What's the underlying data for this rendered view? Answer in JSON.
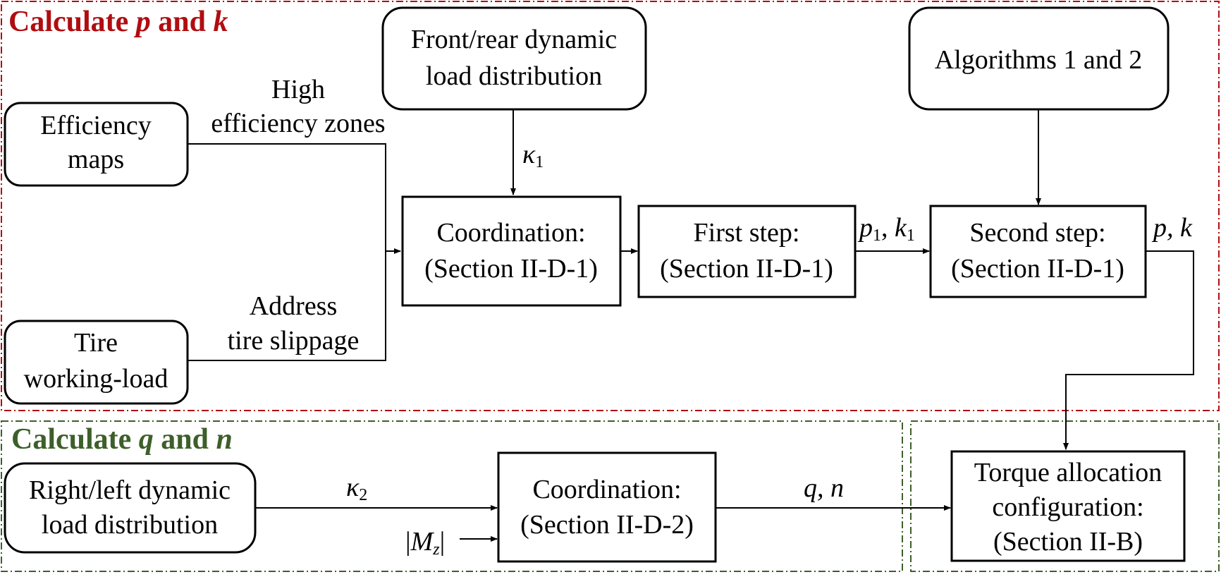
{
  "colors": {
    "red_section": "#b00d10",
    "green_section": "#3d5f29",
    "line": "#000000"
  },
  "sections": {
    "pk": {
      "title_prefix": "Calculate ",
      "var1": "p",
      "and": " and ",
      "var2": "k"
    },
    "qn": {
      "title_prefix": "Calculate ",
      "var1": "q",
      "and": " and ",
      "var2": "n"
    }
  },
  "nodes": {
    "efficiency_maps": {
      "line1": "Efficiency",
      "line2": "maps"
    },
    "tire_load": {
      "line1": "Tire",
      "line2": "working-load"
    },
    "front_rear": {
      "line1": "Front/rear dynamic",
      "line2": "load distribution"
    },
    "algorithms": {
      "line1": "Algorithms 1 and 2"
    },
    "coord1": {
      "line1": "Coordination:",
      "line2": "(Section II-D-1)"
    },
    "first_step": {
      "line1": "First step:",
      "line2": "(Section II-D-1)"
    },
    "second_step": {
      "line1": "Second step:",
      "line2": "(Section II-D-1)"
    },
    "right_left": {
      "line1": "Right/left dynamic",
      "line2": "load distribution"
    },
    "coord2": {
      "line1": "Coordination:",
      "line2": "(Section II-D-2)"
    },
    "torque": {
      "line1": "Torque allocation",
      "line2": "configuration:",
      "line3": "(Section II-B)"
    }
  },
  "edge_labels": {
    "high_eff": {
      "line1": "High",
      "line2": "efficiency zones"
    },
    "address": {
      "line1": "Address",
      "line2": "tire slippage"
    },
    "kappa1": {
      "sym": "κ",
      "sub": "1"
    },
    "kappa2": {
      "sym": "κ",
      "sub": "2"
    },
    "p1k1": {
      "p": "p",
      "p_sub": "1",
      "comma": ", ",
      "k": "k",
      "k_sub": "1"
    },
    "pk": {
      "text": "p, k"
    },
    "qn": {
      "text": "q, n"
    },
    "mz": {
      "bar_l": "|",
      "m": "M",
      "m_sub": "z",
      "bar_r": "|"
    }
  }
}
